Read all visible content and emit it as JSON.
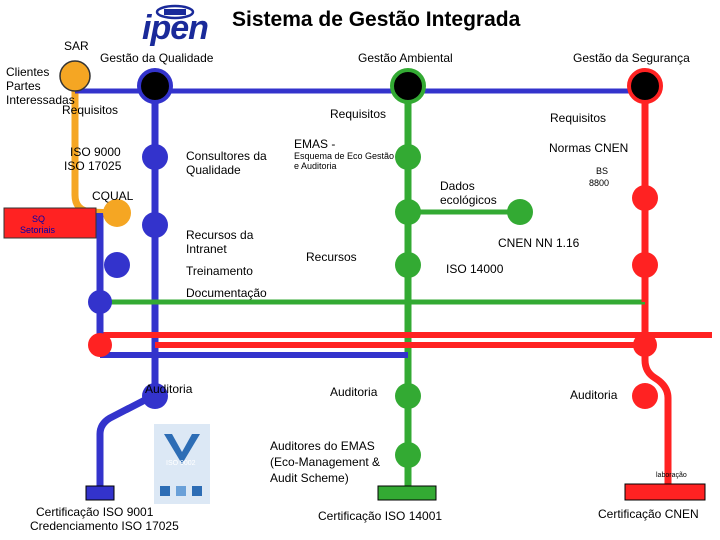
{
  "header": {
    "title": "Sistema de Gestão Integrada",
    "logo_text": "ipen"
  },
  "lines": {
    "qualidade": {
      "label": "Gestão da Qualidade",
      "color": "#3333cc"
    },
    "ambiental": {
      "label": "Gestão Ambiental",
      "color": "#33aa33"
    },
    "seguranca": {
      "label": "Gestão da Segurança",
      "color": "#ff2222"
    },
    "sar": {
      "label": "SAR",
      "color": "#f5a623"
    }
  },
  "labels": {
    "sar": "SAR",
    "clientes": "Clientes",
    "partes": "Partes",
    "interessadas": "Interessadas",
    "requisitos_q": "Requisitos",
    "requisitos_a": "Requisitos",
    "requisitos_s": "Requisitos",
    "iso9000": "ISO 9000",
    "iso17025": "ISO 17025",
    "consultores": "Consultores da",
    "qualidade": "Qualidade",
    "emas": "EMAS -",
    "esquema1": "Esquema de Eco Gestão",
    "esquema2": "e Auditoria",
    "normas_cnen": "Normas CNEN",
    "bs": "BS",
    "bs_num": "8800",
    "dados": "Dados",
    "ecologicos": "ecológicos",
    "cqual": "CQUAL",
    "sq": "SQ",
    "setoriais": "Setoriais",
    "recursos_intranet1": "Recursos da",
    "recursos_intranet2": "Intranet",
    "recursos": "Recursos",
    "cnen_nn": "CNEN NN 1.16",
    "iso14000": "ISO 14000",
    "treinamento": "Treinamento",
    "documentacao": "Documentação",
    "auditoria_q": "Auditoria",
    "auditoria_a": "Auditoria",
    "auditoria_s": "Auditoria",
    "auditores1": "Auditores do EMAS",
    "auditores2": "(Eco-Management &",
    "auditores3": "Audit Scheme)",
    "cert_9001": "Certificação ISO 9001",
    "credenciamento": "Credenciamento ISO 17025",
    "cert_14001": "Certificação ISO 14001",
    "cert_cnen": "Certificação CNEN",
    "elaboracao": "laboração",
    "badge_text": "ISO 9002"
  },
  "colors": {
    "blue": "#3333cc",
    "green": "#33aa33",
    "red": "#ff2222",
    "orange": "#f5a623",
    "black": "#000000"
  }
}
